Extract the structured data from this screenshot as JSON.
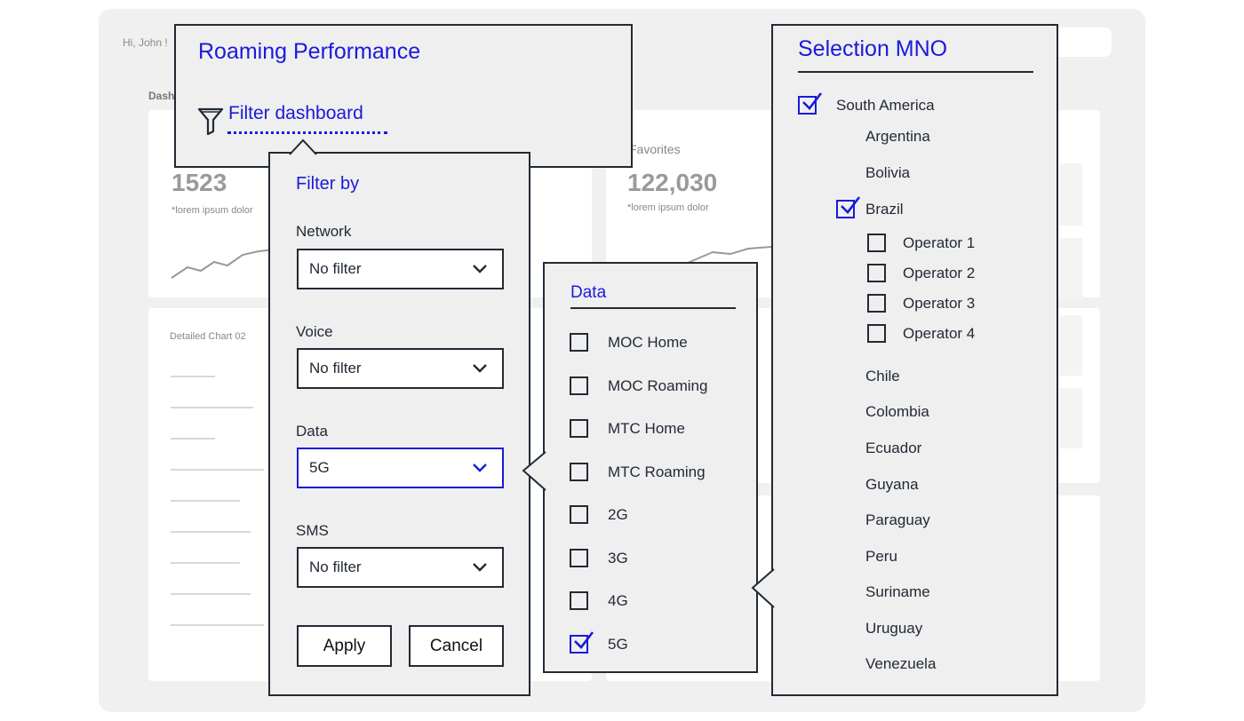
{
  "background": {
    "greeting": "Hi, John !",
    "dashboard_label": "Dash",
    "card1": {
      "value": "1523",
      "note": "*lorem ipsum dolor"
    },
    "card2": {
      "title": "Favorites",
      "value": "122,030",
      "note": "*lorem ipsum dolor"
    },
    "card3": {
      "title": "Detailed Chart 02"
    }
  },
  "roaming_panel": {
    "title": "Roaming Performance",
    "filter_link": "Filter dashboard",
    "filter_icon": "funnel-icon"
  },
  "filter_panel": {
    "title": "Filter by",
    "fields": [
      {
        "label": "Network",
        "value": "No filter"
      },
      {
        "label": "Voice",
        "value": "No filter"
      },
      {
        "label": "Data",
        "value": "5G"
      },
      {
        "label": "SMS",
        "value": "No filter"
      }
    ],
    "apply_label": "Apply",
    "cancel_label": "Cancel"
  },
  "data_panel": {
    "title": "Data",
    "options": [
      {
        "label": "MOC Home",
        "checked": false
      },
      {
        "label": "MOC Roaming",
        "checked": false
      },
      {
        "label": "MTC Home",
        "checked": false
      },
      {
        "label": "MTC Roaming",
        "checked": false
      },
      {
        "label": "2G",
        "checked": false
      },
      {
        "label": "3G",
        "checked": false
      },
      {
        "label": "4G",
        "checked": false
      },
      {
        "label": "5G",
        "checked": true
      }
    ]
  },
  "mno_panel": {
    "title": "Selection MNO",
    "region": {
      "label": "South America",
      "checked": true
    },
    "countries_top": [
      "Argentina",
      "Bolivia"
    ],
    "selected_country": {
      "label": "Brazil",
      "checked": true
    },
    "operators": [
      {
        "label": "Operator 1",
        "checked": false
      },
      {
        "label": "Operator 2",
        "checked": false
      },
      {
        "label": "Operator 3",
        "checked": false
      },
      {
        "label": "Operator 4",
        "checked": false
      }
    ],
    "countries_bottom": [
      "Chile",
      "Colombia",
      "Ecuador",
      "Guyana",
      "Paraguay",
      "Peru",
      "Suriname",
      "Uruguay",
      "Venezuela"
    ]
  },
  "colors": {
    "accent": "#1a1adb",
    "border": "#222a36",
    "panel_bg": "#efefef"
  }
}
